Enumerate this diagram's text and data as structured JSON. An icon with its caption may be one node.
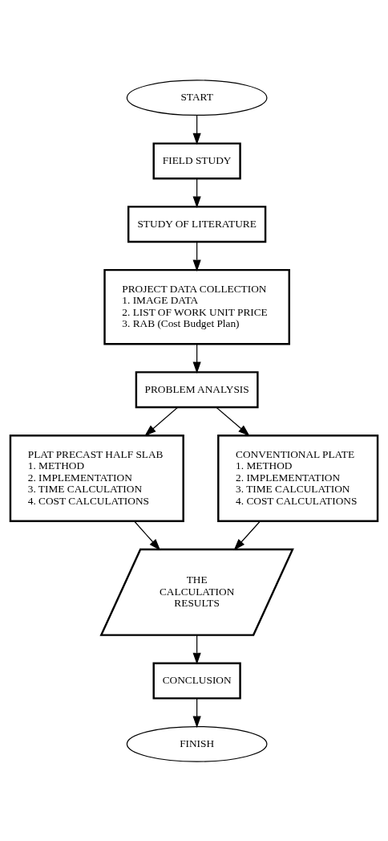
{
  "diagram": {
    "nodes": [
      {
        "text": [
          "START"
        ]
      },
      {
        "text": [
          "FIELD STUDY"
        ]
      },
      {
        "text": [
          "STUDY OF LITERATURE"
        ]
      },
      {
        "text": [
          "PROJECT DATA COLLECTION",
          "1. IMAGE DATA",
          "2. LIST OF WORK UNIT PRICE",
          "3. RAB (Cost Budget Plan)"
        ]
      },
      {
        "text": [
          "PROBLEM ANALYSIS"
        ]
      },
      {
        "text": [
          "PLAT PRECAST HALF SLAB",
          "1. METHOD",
          "2. IMPLEMENTATION",
          "3. TIME CALCULATION",
          "4. COST CALCULATIONS"
        ]
      },
      {
        "text": [
          "CONVENTIONAL PLATE",
          "1. METHOD",
          "2. IMPLEMENTATION",
          "3. TIME CALCULATION",
          "4. COST CALCULATIONS"
        ]
      },
      {
        "text": [
          "THE CALCULATION RESULTS"
        ]
      },
      {
        "text": [
          "CONCLUSION"
        ]
      },
      {
        "text": [
          "FINISH"
        ]
      }
    ],
    "edges": [
      {
        "from": 0,
        "to": 1,
        "arrow": "to"
      },
      {
        "from": 1,
        "to": 2,
        "arrow": "to"
      },
      {
        "from": 2,
        "to": 3,
        "arrow": "to"
      },
      {
        "from": 3,
        "to": 4,
        "arrow": "to"
      },
      {
        "from": 4,
        "to": 5,
        "arrow": "to"
      },
      {
        "from": 4,
        "to": 6,
        "arrow": "to"
      },
      {
        "from": 5,
        "to": 7,
        "arrow": "to"
      },
      {
        "from": 6,
        "to": 7,
        "arrow": "to"
      },
      {
        "from": 7,
        "to": 8,
        "arrow": "to"
      },
      {
        "from": 8,
        "to": 9,
        "arrow": "to"
      }
    ]
  }
}
